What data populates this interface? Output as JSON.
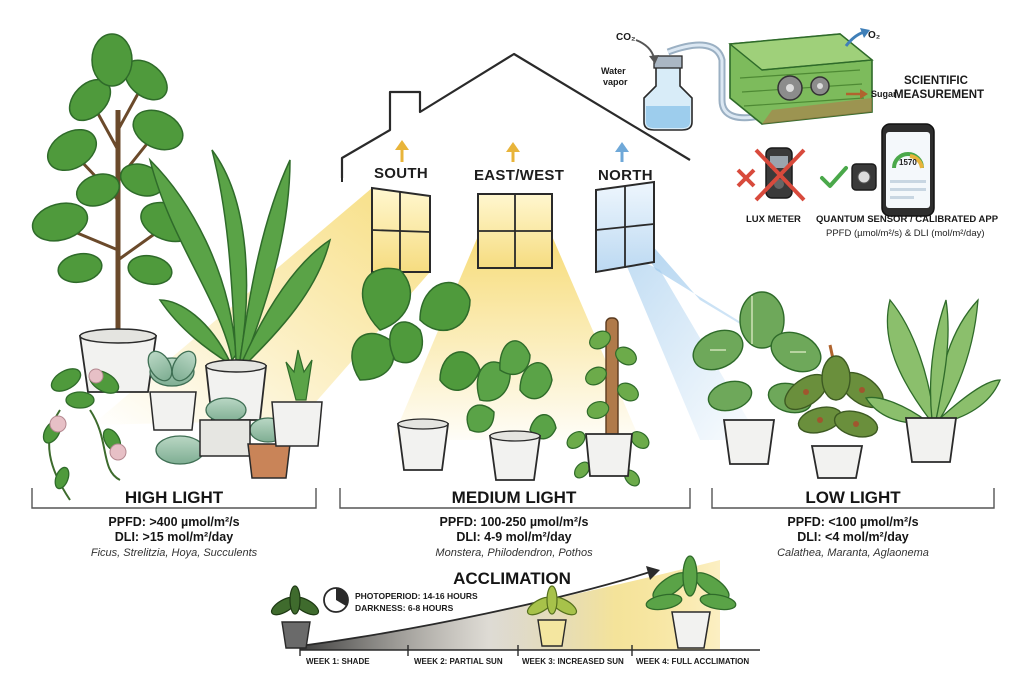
{
  "windows": {
    "south": "SOUTH",
    "eastwest": "EAST/WEST",
    "north": "NORTH"
  },
  "science": {
    "co2": "CO₂",
    "o2": "O₂",
    "water": "Water",
    "vapor": "vapor",
    "sugar": "Sugar",
    "title_line1": "SCIENTIFIC",
    "title_line2": "MEASUREMENT",
    "lux_meter": "LUX METER",
    "quantum_sensor": "QUANTUM SENSOR / CALIBRATED APP",
    "units": "PPFD (µmol/m²/s) & DLI (mol/m²/day)",
    "app_reading": "1570"
  },
  "zones": {
    "high": {
      "title": "HIGH LIGHT",
      "ppfd": "PPFD: >400 µmol/m²/s",
      "dli": "DLI: >15 mol/m²/day",
      "examples": "Ficus, Strelitzia, Hoya, Succulents"
    },
    "medium": {
      "title": "MEDIUM LIGHT",
      "ppfd": "PPFD: 100-250 µmol/m²/s",
      "dli": "DLI: 4-9 mol/m²/day",
      "examples": "Monstera, Philodendron, Pothos"
    },
    "low": {
      "title": "LOW LIGHT",
      "ppfd": "PPFD: <100 µmol/m²/s",
      "dli": "DLI: <4 mol/m²/day",
      "examples": "Calathea, Maranta, Aglaonema"
    }
  },
  "acclimation": {
    "title": "ACCLIMATION",
    "photoperiod": "PHOTOPERIOD: 14-16 HOURS",
    "darkness": "DARKNESS: 6-8 HOURS",
    "weeks": [
      "WEEK 1: SHADE",
      "WEEK 2: PARTIAL SUN",
      "WEEK 3: INCREASED SUN",
      "WEEK 4: FULL ACCLIMATION"
    ]
  },
  "colors": {
    "sun_yellow": "#f6d86a",
    "north_blue": "#9cc8ec",
    "leaf_green": "#4f9a3c",
    "leaf_dark": "#2f6b2a",
    "pot_white": "#f2f2f0",
    "check_green": "#4aa84a",
    "cross_red": "#d84a3c"
  },
  "icons": [
    "co2-arrow-icon",
    "o2-arrow-icon",
    "gear-icon",
    "clock-icon",
    "check-icon",
    "cross-icon",
    "phone-icon",
    "lux-meter-icon",
    "quantum-sensor-icon"
  ]
}
